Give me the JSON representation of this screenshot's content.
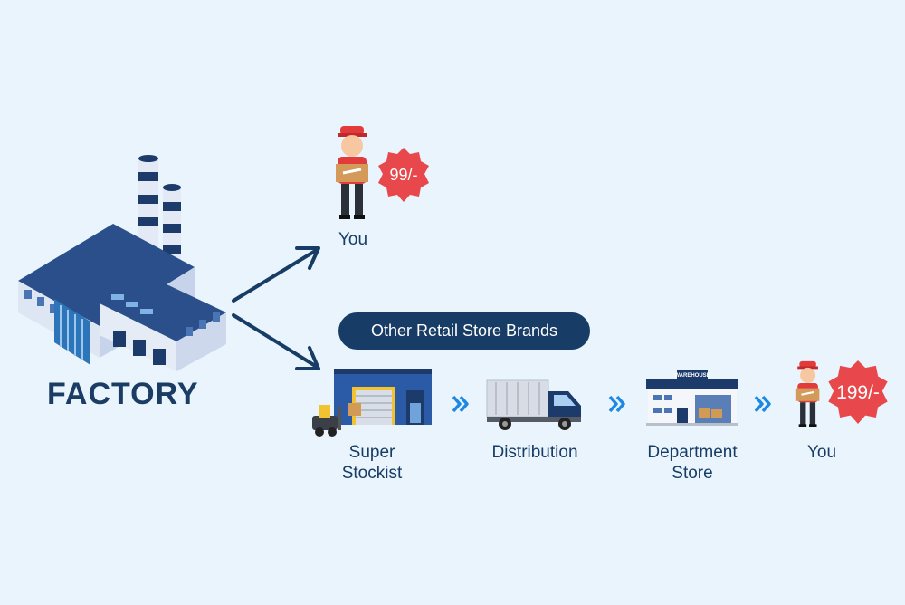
{
  "factory": {
    "title": "FACTORY"
  },
  "direct": {
    "person_label": "You",
    "price": "99/-"
  },
  "retail": {
    "banner": "Other Retail Store Brands",
    "steps": [
      {
        "label_line1": "Super",
        "label_line2": "Stockist"
      },
      {
        "label_line1": "Distribution",
        "label_line2": ""
      },
      {
        "label_line1": "Department",
        "label_line2": "Store"
      },
      {
        "label_line1": "You",
        "label_line2": ""
      }
    ],
    "warehouse_sign": "WAREHOUSE",
    "price": "199/-"
  },
  "colors": {
    "background": "#e9f4fc",
    "navy": "#173c65",
    "price_badge": "#e8474b",
    "chevron": "#1e88e5"
  }
}
